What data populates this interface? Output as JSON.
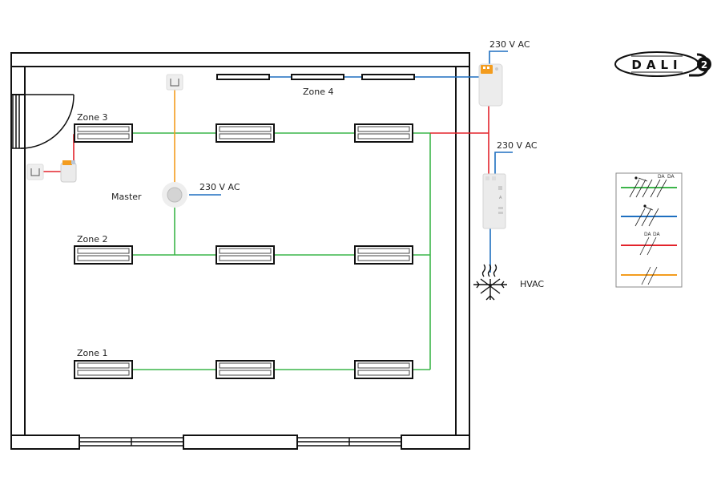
{
  "diagram": {
    "title": "DALI-2 lighting control floor plan",
    "colors": {
      "dali_bus_green": "#3cb54a",
      "dali_bus_blue": "#1e6fc0",
      "dali_bus_red": "#e3232b",
      "switch_orange": "#f39c1e",
      "wall": "#111111"
    },
    "logo": {
      "text": "DALI",
      "version": "2"
    },
    "zones": [
      {
        "label": "Zone 1",
        "luminaires": 3
      },
      {
        "label": "Zone 2",
        "luminaires": 3
      },
      {
        "label": "Zone 3",
        "luminaires": 3
      },
      {
        "label": "Zone 4",
        "luminaires": 3
      }
    ],
    "devices": {
      "master": {
        "label": "Master",
        "power": "230 V AC"
      },
      "power_supply_top": {
        "power": "230 V AC"
      },
      "relay_module": {
        "power": "230 V AC"
      },
      "hvac": {
        "label": "HVAC"
      }
    },
    "legend": {
      "rows": [
        {
          "color": "green",
          "conductors": 5,
          "markings": [
            "DA",
            "DA"
          ]
        },
        {
          "color": "blue",
          "conductors": 3,
          "markings": []
        },
        {
          "color": "red",
          "conductors": 2,
          "markings": [
            "DA",
            "DA"
          ]
        },
        {
          "color": "orange",
          "conductors": 2,
          "markings": []
        }
      ]
    }
  }
}
